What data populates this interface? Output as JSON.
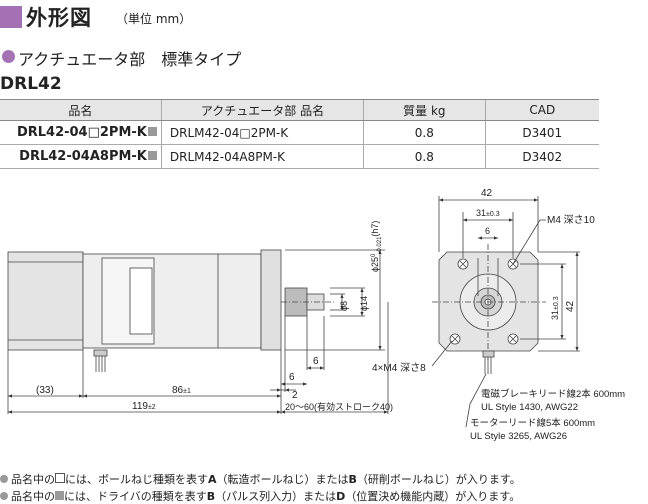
{
  "header": {
    "title": "外形図",
    "unit": "（単位 mm）"
  },
  "section": {
    "title": "アクチュエータ部　標準タイプ",
    "model": "DRL42"
  },
  "table": {
    "headers": [
      "品名",
      "アクチュエータ部 品名",
      "質量 kg",
      "CAD"
    ],
    "rows": [
      {
        "name": "DRL42-04□2PM-K",
        "actuator": "DRLM42-04□2PM-K",
        "mass": "0.8",
        "cad": "D3401"
      },
      {
        "name": "DRL42-04A8PM-K",
        "actuator": "DRLM42-04A8PM-K",
        "mass": "0.8",
        "cad": "D3402"
      }
    ]
  },
  "drawing": {
    "side": {
      "dim_33": "(33)",
      "dim_86": "86",
      "dim_86_tol": "±1",
      "dim_119": "119",
      "dim_119_tol": "±2",
      "dim_2": "2",
      "dim_6a": "6",
      "dim_6b": "6",
      "dim_stroke": "20～60(有効ストローク40)",
      "phi8": "ϕ8",
      "phi14": "ϕ14",
      "phi25": "ϕ25",
      "phi25_tol_upper": "0",
      "phi25_tol_lower": "-0.021",
      "phi25_fit": "(h7)"
    },
    "front": {
      "dim_42_top": "42",
      "dim_31_top": "31",
      "dim_31_top_tol": "±0.3",
      "dim_6": "6",
      "dim_42_right": "42",
      "dim_31_right": "31",
      "dim_31_right_tol": "±0.3",
      "m4_label": "M4 深さ10",
      "m4x4_label": "4×M4 深さ8"
    },
    "leads": {
      "brake_line1": "電磁ブレーキリード線2本 600mm",
      "brake_line2": "UL Style 1430, AWG22",
      "motor_line1": "モーターリード線5本 600mm",
      "motor_line2": "UL Style 3265, AWG26"
    }
  },
  "notes": [
    {
      "t1": "品名中の",
      "t2": "には、ボールねじ種類を表す",
      "b1": "A",
      "t3": "（転造ボールねじ）または",
      "b2": "B",
      "t4": "（研削ボールねじ）が入ります。"
    },
    {
      "t1": "品名中の",
      "t2": "には、ドライバの種類を表す",
      "b1": "B",
      "t3": "（パルス列入力）または",
      "b2": "D",
      "t4": "（位置決め機能内蔵）が入ります。"
    }
  ]
}
